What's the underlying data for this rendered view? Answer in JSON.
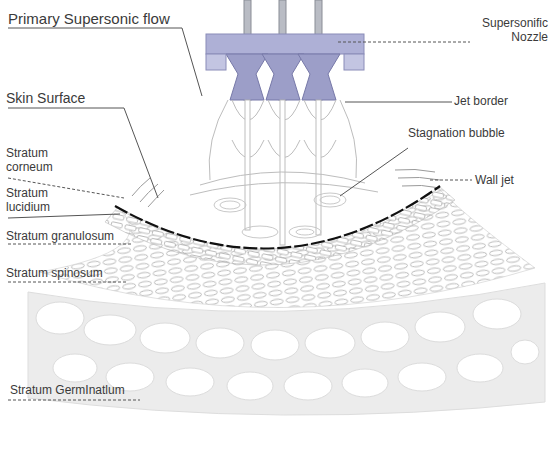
{
  "diagram": {
    "labels": [
      "Primary Supersonic flow",
      "Supersonific Nozzle",
      "Skin Surface",
      "Jet border",
      "Stagnation bubble",
      "Wall jet",
      "Stratum corneum",
      "Stratum lucidium",
      "Stratum granulosum",
      "Stratum spinosum",
      "Stratum GermInatlum"
    ]
  }
}
